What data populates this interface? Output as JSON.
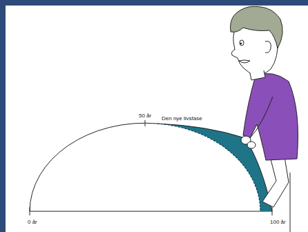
{
  "diagram": {
    "labels": [
      "0 år",
      "50 år",
      "Den nye livsfase",
      "100 år"
    ]
  }
}
